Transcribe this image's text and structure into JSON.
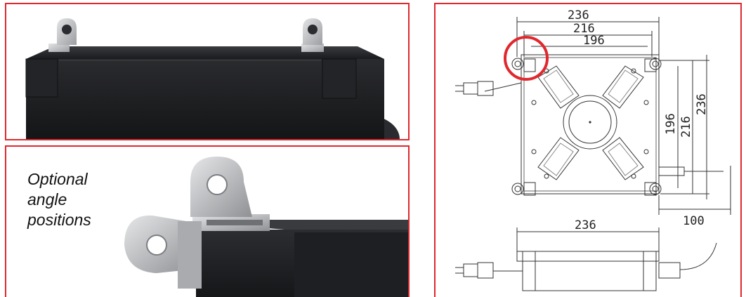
{
  "caption": {
    "line1": "Optional",
    "line2": "angle",
    "line3": "positions"
  },
  "drawing": {
    "top_view": {
      "width_outer": "236",
      "width_mid": "216",
      "width_inner": "196",
      "height_inner": "196",
      "height_mid": "216",
      "height_outer": "236",
      "cable_offset": "100"
    },
    "side_view": {
      "width": "236"
    }
  },
  "colors": {
    "frame": "#e0282e",
    "housing": "#1b1c1f",
    "bracket": "#b8b9bb"
  }
}
